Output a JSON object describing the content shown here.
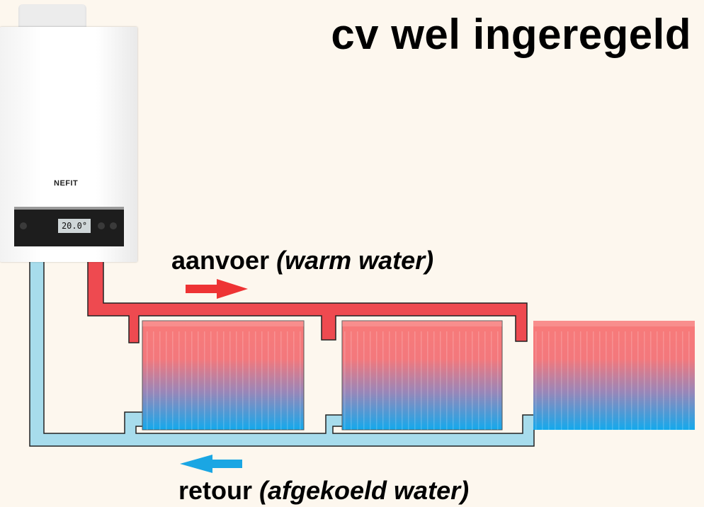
{
  "title": "cv wel ingeregeld",
  "supply": {
    "prefix": "aanvoer ",
    "emphasis": "(warm water)",
    "color": "#ee3334"
  },
  "return": {
    "prefix": "retour ",
    "emphasis": "(afgekoeld water)",
    "color": "#1aa6e3"
  },
  "boiler": {
    "brand": "NEFIT",
    "display": "20.0°"
  },
  "colors": {
    "background": "#fdf7ee",
    "supply_pipe": "#ee4a50",
    "return_pipe": "#a7dcec",
    "radiator_top": "#f87b7a",
    "radiator_bottom": "#13a9ec"
  },
  "radiator_count": 3
}
